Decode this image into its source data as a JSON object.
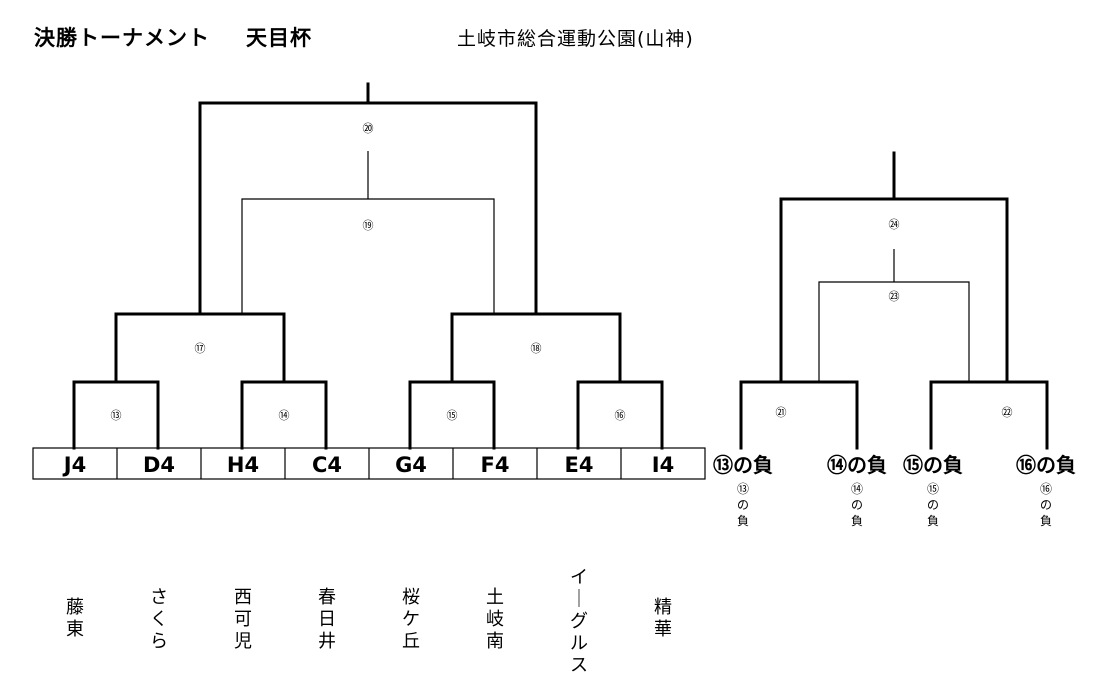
{
  "header": {
    "title": "決勝トーナメント",
    "cup": "天目杯",
    "venue": "土岐市総合運動公園(山神)"
  },
  "main_bracket": {
    "teams": [
      {
        "code": "J4",
        "name": "藤東"
      },
      {
        "code": "D4",
        "name": "さくら"
      },
      {
        "code": "H4",
        "name": "西可児"
      },
      {
        "code": "C4",
        "name": "春日井"
      },
      {
        "code": "G4",
        "name": "桜ケ丘"
      },
      {
        "code": "F4",
        "name": "土岐南"
      },
      {
        "code": "E4",
        "name": "イーグルス"
      },
      {
        "code": "I4",
        "name": "精華"
      }
    ],
    "matches": {
      "m13": "⑬",
      "m14": "⑭",
      "m15": "⑮",
      "m16": "⑯",
      "m17": "⑰",
      "m18": "⑱",
      "m19": "⑲",
      "m20": "⑳"
    }
  },
  "consolation_bracket": {
    "entries": [
      {
        "label": "⑬の負",
        "small": "⑬の負"
      },
      {
        "label": "⑭の負",
        "small": "⑭の負"
      },
      {
        "label": "⑮の負",
        "small": "⑮の負"
      },
      {
        "label": "⑯の負",
        "small": "⑯の負"
      }
    ],
    "matches": {
      "m21": "㉑",
      "m22": "㉒",
      "m23": "㉓",
      "m24": "㉔"
    }
  }
}
